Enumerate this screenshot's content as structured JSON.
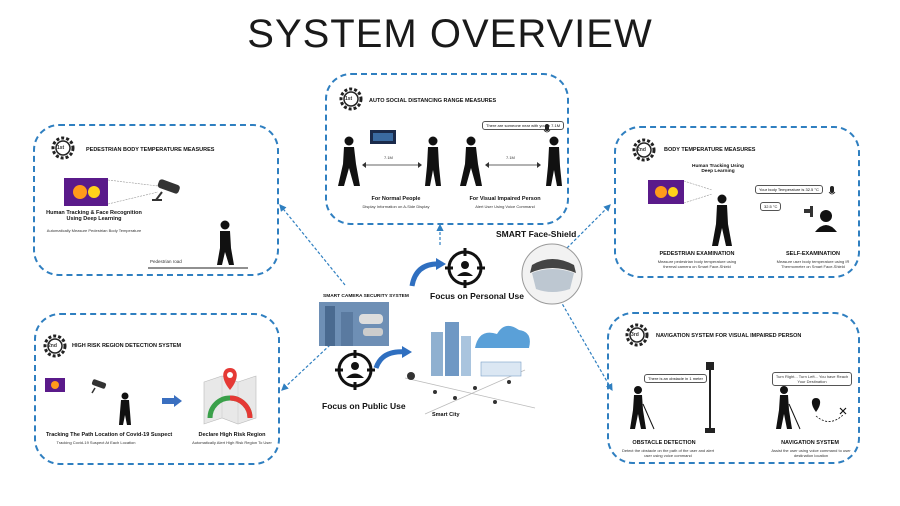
{
  "title": "SYSTEM OVERVIEW",
  "p1": {
    "badge": "1st",
    "heading": "PEDESTRIAN BODY TEMPERATURE MEASURES",
    "caption": "Human Tracking & Face Recognition Using Deep Learning",
    "sub": "Automatically Measure Pedestrian Body Temperature",
    "road": "Pedestrian road"
  },
  "p2": {
    "badge": "1st",
    "heading": "AUTO SOCIAL DISTANCING RANGE MEASURES",
    "dist1": "7.1M",
    "dist2": "7.1M",
    "bubble": "There are someone near with you in 7.1M",
    "left_caption": "For Normal People",
    "left_sub": "Display Information on A-Side Display",
    "right_caption": "For Visual Impaired Person",
    "right_sub": "Alert User Using Voice Command"
  },
  "p3": {
    "badge": "2nd",
    "heading": "BODY TEMPERATURE MEASURES",
    "deep": "Human Tracking Using Deep Learning",
    "bubble": "Your body Temperature is 32.5 °C",
    "temp": "32.5 °C",
    "left_caption": "PEDESTRIAN EXAMINATION",
    "left_sub": "Measure pedestrian body temperature using thermal camera on Smart Face-Shield",
    "right_caption": "SELF-EXAMINATION",
    "right_sub": "Measure user body temperature using IR Thermometer on Smart Face-Shield"
  },
  "p4": {
    "badge": "2nd",
    "heading": "HIGH RISK REGION DETECTION SYSTEM",
    "caption1": "Tracking The Path Location of Covid-19 Suspect",
    "sub1": "Tracking Covid-19 Suspect At Each Location",
    "caption2": "Declare High Risk Region",
    "sub2": "Automatically Alert High Risk Region To User"
  },
  "p5": {
    "badge": "3rd",
    "heading": "NAVIGATION SYSTEM FOR VISUAL IMPAIRED PERSON",
    "bubble1": "There is an obstacle in 1 meter",
    "bubble2": "Turn Right... Turn Left... You have Reach Your Destination",
    "left_caption": "OBSTACLE DETECTION",
    "left_sub": "Detect the obstacle on the path of the user and alert user using voice command",
    "right_caption": "NAVIGATION SYSTEM",
    "right_sub": "Assist the user using voice command to user destination location"
  },
  "center": {
    "faceshield": "SMART Face-Shield",
    "personal": "Focus on Personal Use",
    "public": "Focus on Public Use",
    "camera": "SMART CAMERA SECURITY SYSTEM",
    "city": "Smart City"
  },
  "colors": {
    "border": "#2f7fc0",
    "accent_red": "#e53935"
  }
}
